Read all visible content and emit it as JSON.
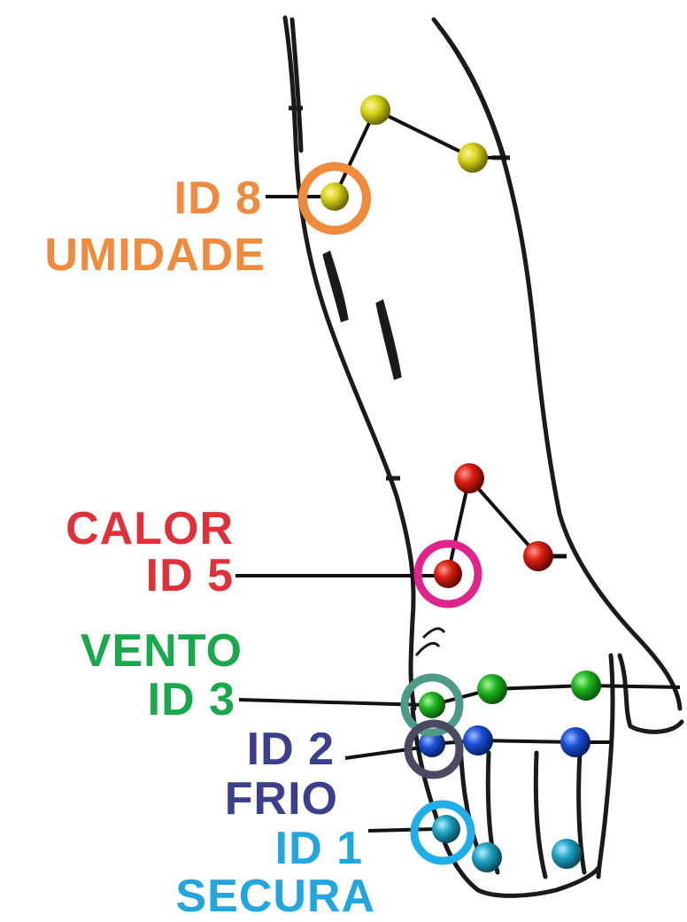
{
  "points": [
    {
      "id_label": "ID 8",
      "name_label": "UMIDADE",
      "color": "#f08a3c",
      "ring_color": "#f08a3c",
      "dot_color": "#d6d21a"
    },
    {
      "id_label": "ID 5",
      "name_label": "CALOR",
      "color": "#e0303a",
      "ring_color": "#e0248c",
      "dot_color": "#d81e10"
    },
    {
      "id_label": "ID 3",
      "name_label": "VENTO",
      "color": "#1aa84c",
      "ring_color": "#4f9a86",
      "dot_color": "#1fb51f"
    },
    {
      "id_label": "ID 2",
      "name_label": "FRIO",
      "color": "#3a3f8e",
      "ring_color": "#4a4a63",
      "dot_color": "#1a4fd6"
    },
    {
      "id_label": "ID 1",
      "name_label": "SECURA",
      "color": "#22a6e0",
      "ring_color": "#1faee8",
      "dot_color": "#1ea3c4"
    }
  ]
}
